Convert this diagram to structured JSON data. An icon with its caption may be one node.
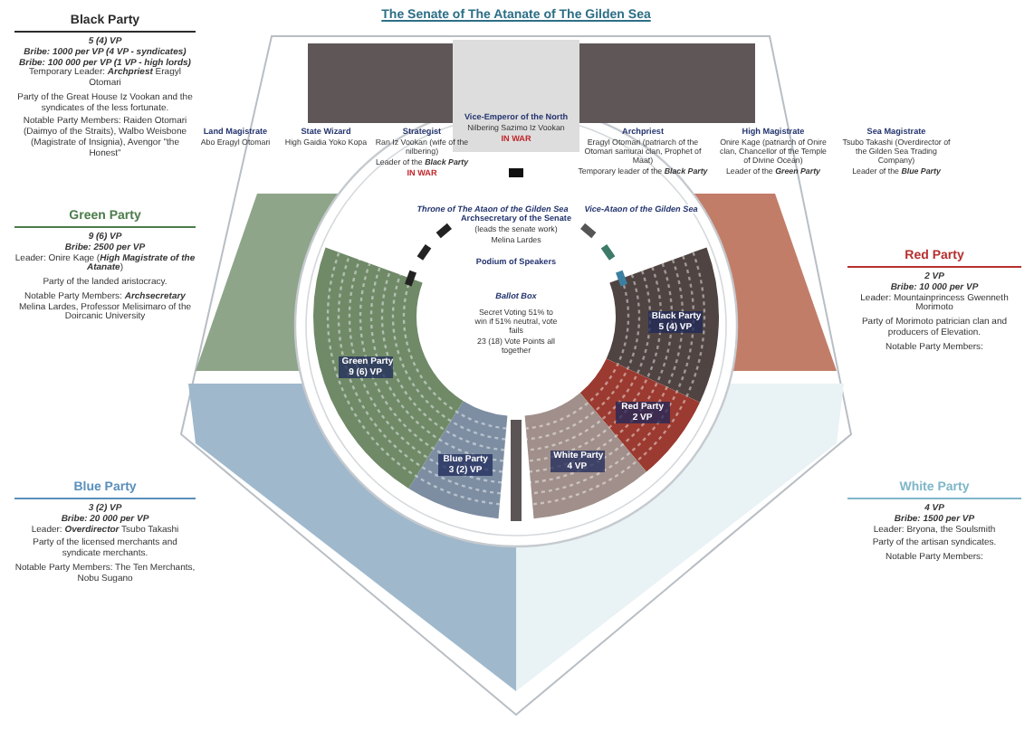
{
  "diagram": {
    "title": "The Senate of The Atanate of The Gilden Sea",
    "labels": [
      "Black Party",
      "5 (4) VP",
      "Bribe: 1000 per VP (4 VP - syndicates)",
      "Bribe: 100 000 per VP (1 VP - high lords)",
      "Temporary Leader: **Archpriest** Eragyl Otomari",
      "Party of the Great House Iz Vookan and the syndicates of the less fortunate.",
      "Notable Party Members: Raiden Otomari (Daimyo of the Straits), Walbo Weisbone (Magistrate of Insignia), Avengor \"the Honest\"",
      "Green Party",
      "9 (6) VP",
      "Bribe: 2500 per VP",
      "Leader: Onire Kage (**High Magistrate of the Atanate**)",
      "Party of the landed aristocracy.",
      "Notable Party Members: **Archsecretary** Melina Lardes, Professor Melisimaro of the Doircanic University",
      "Blue Party",
      "3 (2) VP",
      "Bribe: 20 000 per VP",
      "Leader: **Overdirector** Tsubo Takashi",
      "Party of the licensed merchants and syndicate merchants.",
      "Notable Party Members: The Ten Merchants, Nobu Sugano",
      "Land Magistrate",
      "Abo Eragyl Otomari",
      "State Wizard",
      "High Gaidia Yoko Kopa",
      "Strategist",
      "Ran Iz Vookan (wife of the nilbering)",
      "Leader of the **Black Party**",
      "IN WAR",
      "Vice-Emperor of the North",
      "Nilbering Sazimo Iz Vookan",
      "IN WAR",
      "Archpriest",
      "Eragyl Otomari (patriarch of the Otomari samurai clan, Prophet of Maat)",
      "Temporary leader of the **Black Party**",
      "High Magistrate",
      "Onire Kage (patriarch of Onire clan, Chancellor of the Temple of Divine Ocean)",
      "Leader of the **Green Party**",
      "Sea Magistrate",
      "Tsubo Takashi (Overdirector of the Gilden Sea Trading Company)",
      "Leader of the **Blue Party**",
      "Throne of The Ataon of the Gilden Sea",
      "Vice-Ataon of the Gilden Sea",
      "Archsecretary of the Senate",
      "(leads the senate work)",
      "Melina Lardes",
      "Podium of Speakers",
      "Ballot Box",
      "Secret Voting 51% to win if 51% neutral, vote fails",
      "23 (18) Vote Points all together",
      "Green Party",
      "9 (6) VP",
      "Blue Party",
      "3 (2) VP",
      "White Party",
      "4 VP",
      "Red Party",
      "2 VP",
      "Black Party",
      "5 (4) VP",
      "Red Party",
      "2 VP",
      "Bribe: 10 000 per VP",
      "Leader: Mountainprincess Gwenneth Morimoto",
      "Party of Morimoto patrician clan and producers of Elevation.",
      "Notable Party Members:",
      "White Party",
      "4 VP",
      "Bribe: 1500 per VP",
      "Leader: Bryona, the Soulsmith",
      "Party of the artisan syndicates.",
      "Notable Party Members:"
    ]
  }
}
